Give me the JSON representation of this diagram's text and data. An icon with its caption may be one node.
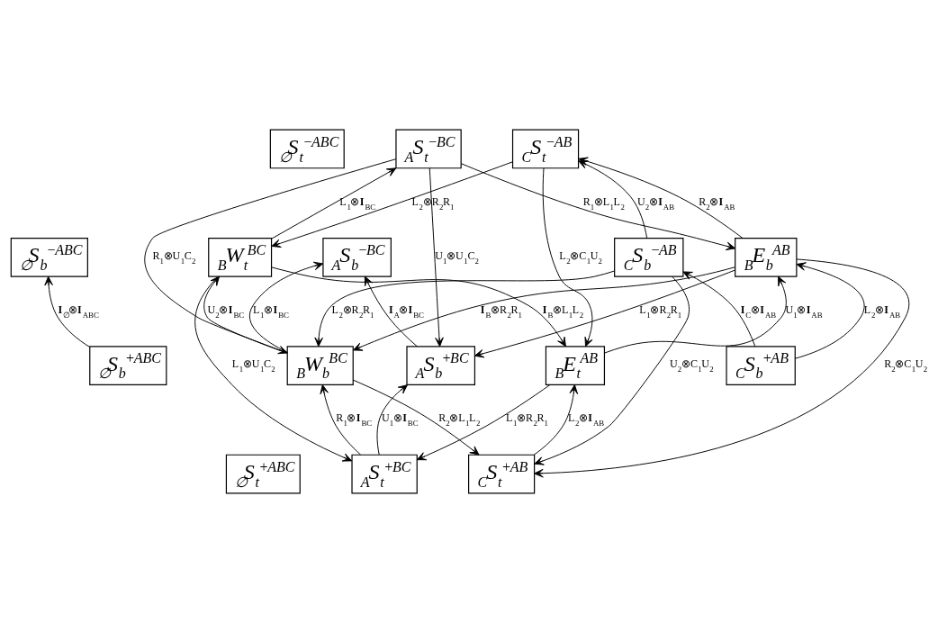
{
  "diagram": {
    "nodes": [
      {
        "text": [
          "$_{∅}$S$_{t}$$^{−}$$^{ABC}$"
        ]
      },
      {
        "text": [
          "$_{∅}$S$_{b}$$^{−}$$^{ABC}$"
        ]
      },
      {
        "text": [
          "$_{∅}$S$_{b}$$^{+}$$^{ABC}$"
        ]
      },
      {
        "text": [
          "$_{∅}$S$_{t}$$^{+}$$^{ABC}$"
        ]
      },
      {
        "text": [
          "$_{A}$S$_{t}$$^{−}$$^{BC}$"
        ]
      },
      {
        "text": [
          "$_{C}$S$_{t}$$^{−}$$^{AB}$"
        ]
      },
      {
        "text": [
          "$_{B}$W$_{t}$$^{BC}$"
        ]
      },
      {
        "text": [
          "$_{A}$S$_{b}$$^{−}$$^{BC}$"
        ]
      },
      {
        "text": [
          "$_{C}$S$_{b}$$^{−}$$^{AB}$"
        ]
      },
      {
        "text": [
          "$_{B}$E$_{b}$$^{AB}$"
        ]
      },
      {
        "text": [
          "$_{B}$W$_{b}$$^{BC}$"
        ]
      },
      {
        "text": [
          "$_{A}$S$_{b}$$^{+}$$^{BC}$"
        ]
      },
      {
        "text": [
          "$_{C}$S$_{b}$$^{+}$$^{AB}$"
        ]
      },
      {
        "text": [
          "$_{B}$E$_{t}$$^{AB}$"
        ]
      },
      {
        "text": [
          "$_{A}$S$_{t}$$^{+}$$^{BC}$"
        ]
      },
      {
        "text": [
          "$_{C}$S$_{t}$$^{+}$$^{AB}$"
        ]
      }
    ],
    "edges": [
      {
        "from": 2,
        "to": 1,
        "arrow": "to",
        "label": "**I**$_{∅}$⊗**I**$_{ABC}$"
      },
      {
        "from": 6,
        "to": 4,
        "arrow": "to",
        "label": "L$_{1}$⊗**I**$_{BC}$"
      },
      {
        "from": 4,
        "to": 10,
        "arrow": "to",
        "label": "R$_{1}$⊗U$_{1}$C$_{2}$"
      },
      {
        "from": 4,
        "to": 9,
        "arrow": "to",
        "label": "R$_{1}$⊗L$_{1}$L$_{2}$"
      },
      {
        "from": 5,
        "to": 6,
        "arrow": "to",
        "label": "L$_{2}$⊗R$_{2}$R$_{1}$"
      },
      {
        "from": 4,
        "to": 11,
        "arrow": "to",
        "label": "U$_{1}$⊗U$_{1}$C$_{2}$"
      },
      {
        "from": 11,
        "to": 7,
        "arrow": "to",
        "label": "**I**$_{A}$⊗**I**$_{BC}$"
      },
      {
        "from": 8,
        "to": 5,
        "arrow": "to",
        "label": "U$_{2}$⊗**I**$_{AB}$"
      },
      {
        "from": 12,
        "to": 8,
        "arrow": "to",
        "label": "**I**$_{C}$⊗**I**$_{AB}$"
      },
      {
        "from": 8,
        "to": 15,
        "arrow": "to",
        "label": "U$_{2}$⊗C$_{1}$U$_{2}$"
      },
      {
        "from": 5,
        "to": 13,
        "arrow": "to",
        "label": "L$_{2}$⊗C$_{1}$U$_{2}$"
      },
      {
        "from": 9,
        "to": 5,
        "arrow": "to",
        "label": "R$_{2}$⊗**I**$_{AB}$"
      },
      {
        "from": 13,
        "to": 9,
        "arrow": "to",
        "label": "U$_{1}$⊗**I**$_{AB}$"
      },
      {
        "from": 10,
        "to": 6,
        "arrow": "to",
        "label": "U$_{2}$⊗**I**$_{BC}$"
      },
      {
        "from": 10,
        "to": 7,
        "arrow": "to",
        "label": "L$_{1}$⊗**I**$_{BC}$"
      },
      {
        "from": 8,
        "to": 10,
        "arrow": "to",
        "label": "L$_{2}$⊗R$_{2}$R$_{1}$"
      },
      {
        "from": 9,
        "to": 10,
        "arrow": "to",
        "label": "**I**$_{B}$⊗R$_{2}$R$_{1}$"
      },
      {
        "from": 9,
        "to": 11,
        "arrow": "to",
        "label": "L$_{1}$⊗R$_{2}$R$_{1}$"
      },
      {
        "from": 12,
        "to": 9,
        "arrow": "to",
        "label": "L$_{2}$⊗**I**$_{AB}$"
      },
      {
        "from": 6,
        "to": 13,
        "arrow": "to",
        "label": "**I**$_{B}$⊗L$_{1}$L$_{2}$"
      },
      {
        "from": 6,
        "to": 14,
        "arrow": "to",
        "label": "L$_{1}$⊗U$_{1}$C$_{2}$"
      },
      {
        "from": 14,
        "to": 11,
        "arrow": "to",
        "label": "U$_{1}$⊗**I**$_{BC}$"
      },
      {
        "from": 14,
        "to": 10,
        "arrow": "to",
        "label": "R$_{1}$⊗**I**$_{BC}$"
      },
      {
        "from": 10,
        "to": 15,
        "arrow": "to",
        "label": "R$_{2}$⊗L$_{1}$L$_{2}$"
      },
      {
        "from": 13,
        "to": 14,
        "arrow": "to",
        "label": "L$_{1}$⊗R$_{2}$R$_{1}$"
      },
      {
        "from": 15,
        "to": 13,
        "arrow": "to",
        "label": "L$_{2}$⊗**I**$_{AB}$"
      },
      {
        "from": 9,
        "to": 15,
        "arrow": "to",
        "label": "R$_{2}$⊗C$_{1}$U$_{2}$"
      }
    ]
  }
}
